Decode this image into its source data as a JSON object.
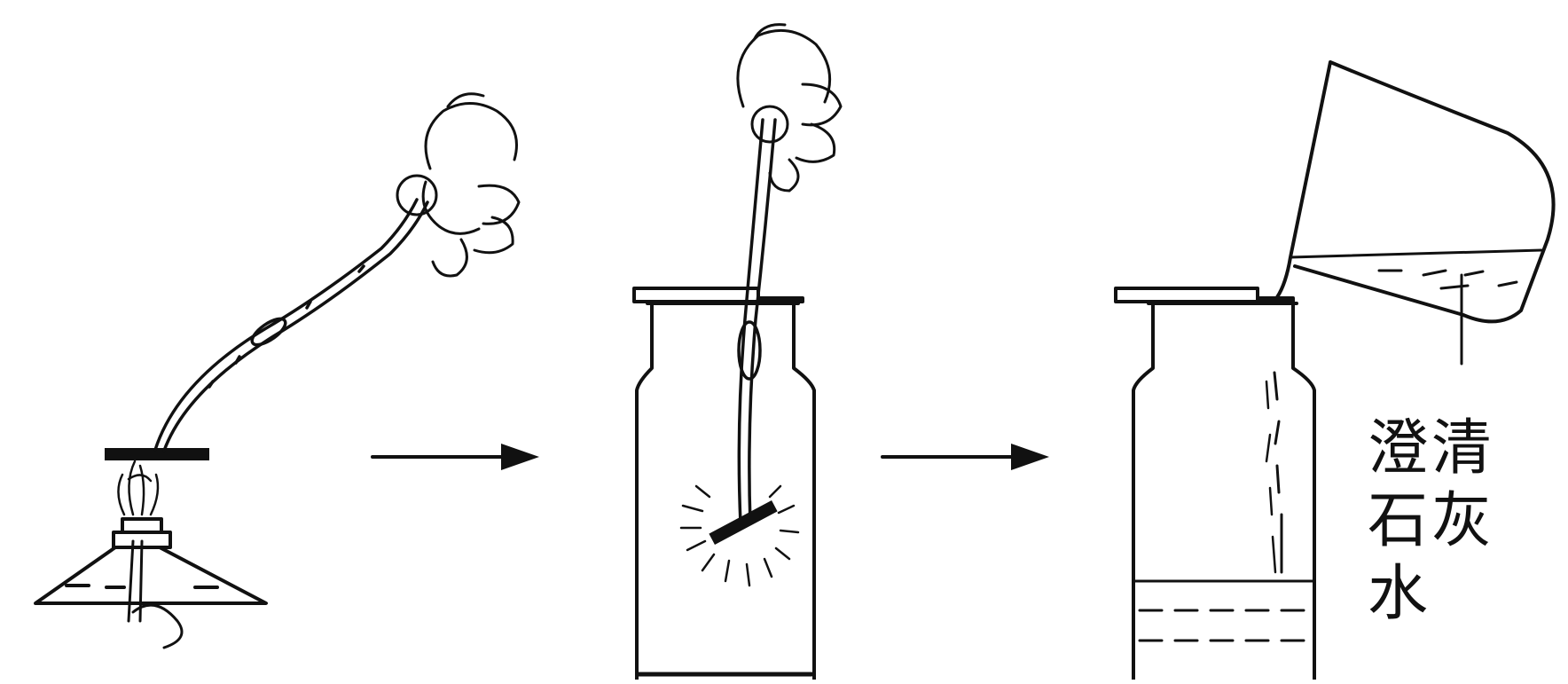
{
  "figure": {
    "label_line1": "澄清",
    "label_line2": "石灰",
    "label_line3": "水"
  },
  "icons": [
    "alcohol-lamp-icon",
    "crucible-tongs-icon",
    "hand-icon",
    "gas-jar-icon",
    "glass-plate-icon",
    "charcoal-icon",
    "spark-icon",
    "beaker-icon",
    "arrow-right-icon"
  ],
  "colors": {
    "ink": "#111111",
    "background": "#ffffff"
  }
}
